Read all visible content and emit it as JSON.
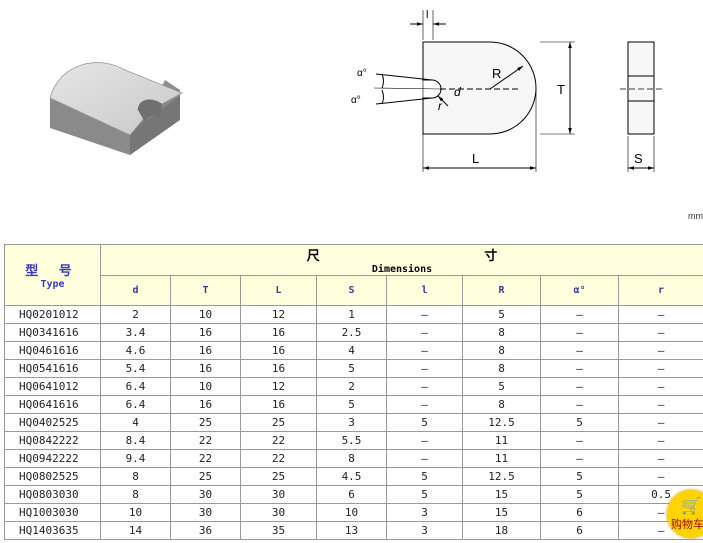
{
  "drawing": {
    "labels": {
      "l": "l",
      "alpha_top": "α°",
      "alpha_bottom": "α°",
      "r": "r",
      "d": "d",
      "R": "R",
      "T": "T",
      "L": "L",
      "S": "S"
    }
  },
  "unit": "mm",
  "table": {
    "type_zh": "型 号",
    "type_en": "Type",
    "dim_zh": "尺 寸",
    "dim_en": "Dimensions",
    "columns": [
      "d",
      "T",
      "L",
      "S",
      "l",
      "R",
      "α°",
      "r"
    ],
    "rows": [
      [
        "HQ0201012",
        "2",
        "10",
        "12",
        "1",
        "–",
        "5",
        "–",
        "–"
      ],
      [
        "HQ0341616",
        "3.4",
        "16",
        "16",
        "2.5",
        "–",
        "8",
        "–",
        "–"
      ],
      [
        "HQ0461616",
        "4.6",
        "16",
        "16",
        "4",
        "–",
        "8",
        "–",
        "–"
      ],
      [
        "HQ0541616",
        "5.4",
        "16",
        "16",
        "5",
        "–",
        "8",
        "–",
        "–"
      ],
      [
        "HQ0641012",
        "6.4",
        "10",
        "12",
        "2",
        "–",
        "5",
        "–",
        "–"
      ],
      [
        "HQ0641616",
        "6.4",
        "16",
        "16",
        "5",
        "–",
        "8",
        "–",
        "–"
      ],
      [
        "HQ0402525",
        "4",
        "25",
        "25",
        "3",
        "5",
        "12.5",
        "5",
        "–"
      ],
      [
        "HQ0842222",
        "8.4",
        "22",
        "22",
        "5.5",
        "–",
        "11",
        "–",
        "–"
      ],
      [
        "HQ0942222",
        "9.4",
        "22",
        "22",
        "8",
        "–",
        "11",
        "–",
        "–"
      ],
      [
        "HQ0802525",
        "8",
        "25",
        "25",
        "4.5",
        "5",
        "12.5",
        "5",
        "–"
      ],
      [
        "HQ0803030",
        "8",
        "30",
        "30",
        "6",
        "5",
        "15",
        "5",
        "0.5"
      ],
      [
        "HQ1003030",
        "10",
        "30",
        "30",
        "10",
        "3",
        "15",
        "6",
        "–"
      ],
      [
        "HQ1403635",
        "14",
        "36",
        "35",
        "13",
        "3",
        "18",
        "6",
        "–"
      ]
    ]
  },
  "cart": {
    "icon": "shopping-cart-icon",
    "label": "购物车"
  },
  "colors": {
    "header_bg": "#ffffde",
    "header_text": "#3a3ac0",
    "cart_bg": "#ffd400"
  }
}
